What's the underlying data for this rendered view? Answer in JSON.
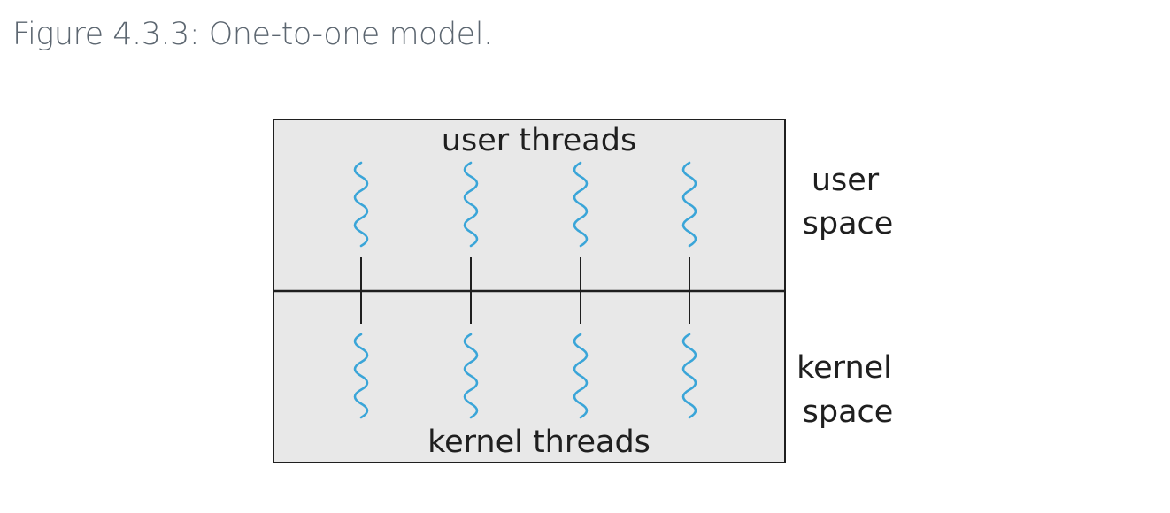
{
  "figure": {
    "caption": "Figure 4.3.3: One-to-one model."
  },
  "diagram": {
    "user_threads_label": "user threads",
    "kernel_threads_label": "kernel threads",
    "user_space_label_line1": "user",
    "user_space_label_line2": "space",
    "kernel_space_label_line1": "kernel",
    "kernel_space_label_line2": "space",
    "thread_pair_count": 4,
    "colors": {
      "background": "#ffffff",
      "panel": "#e8e8e8",
      "border": "#1f1f1f",
      "thread": "#3aa5d8",
      "caption": "#5c6670"
    }
  }
}
